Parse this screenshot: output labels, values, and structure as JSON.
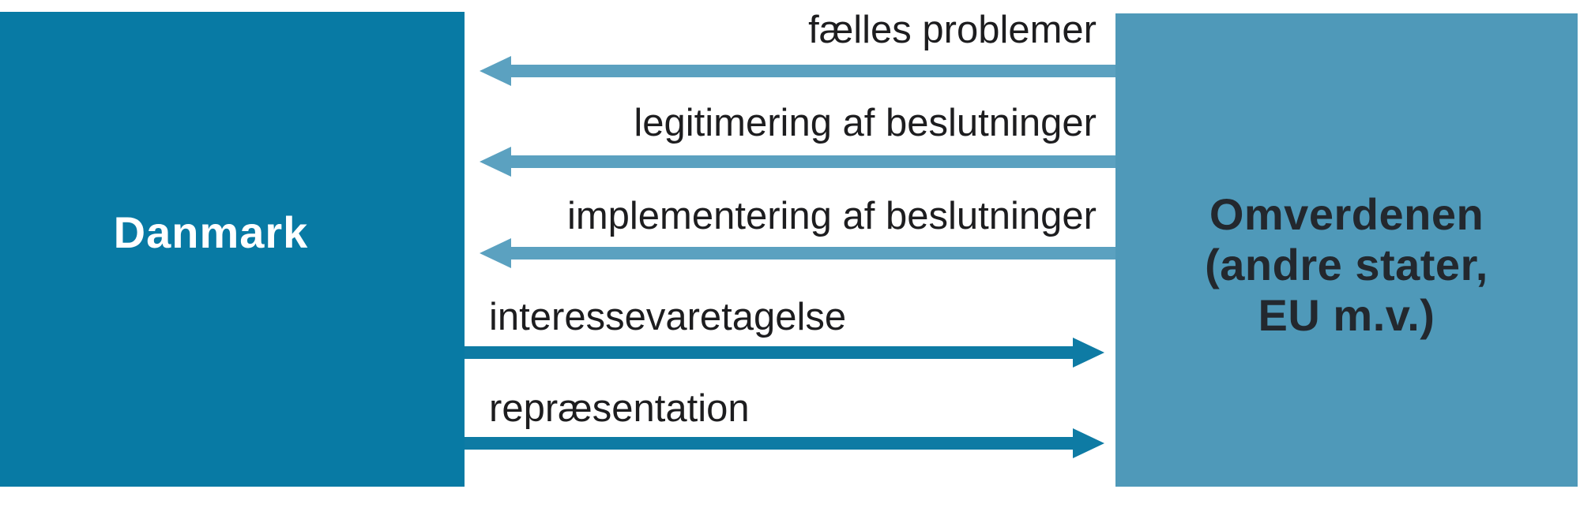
{
  "left_box": {
    "label": "Danmark",
    "color": "#087aa4",
    "text_color": "#ffffff"
  },
  "right_box": {
    "label_lines": [
      "Omverdenen",
      "(andre stater,",
      "EU m.v.)"
    ],
    "color": "#4f99b9",
    "text_color": "#23282e"
  },
  "flows": [
    {
      "label": "fælles problemer",
      "direction": "left",
      "from": "Omverdenen",
      "to": "Danmark"
    },
    {
      "label": "legitimering af beslutninger",
      "direction": "left",
      "from": "Omverdenen",
      "to": "Danmark"
    },
    {
      "label": "implementering af beslutninger",
      "direction": "left",
      "from": "Omverdenen",
      "to": "Danmark"
    },
    {
      "label": "interessevaretagelse",
      "direction": "right",
      "from": "Danmark",
      "to": "Omverdenen"
    },
    {
      "label": "repræsentation",
      "direction": "right",
      "from": "Danmark",
      "to": "Omverdenen"
    }
  ],
  "colors": {
    "left_box": "#087aa4",
    "right_box": "#4f99b9",
    "arrow_left": "#5ba1c0",
    "arrow_right": "#0e7ba4",
    "label_text": "#1d1d1f",
    "left_text": "#ffffff",
    "right_text": "#23282e",
    "background": "#ffffff"
  }
}
